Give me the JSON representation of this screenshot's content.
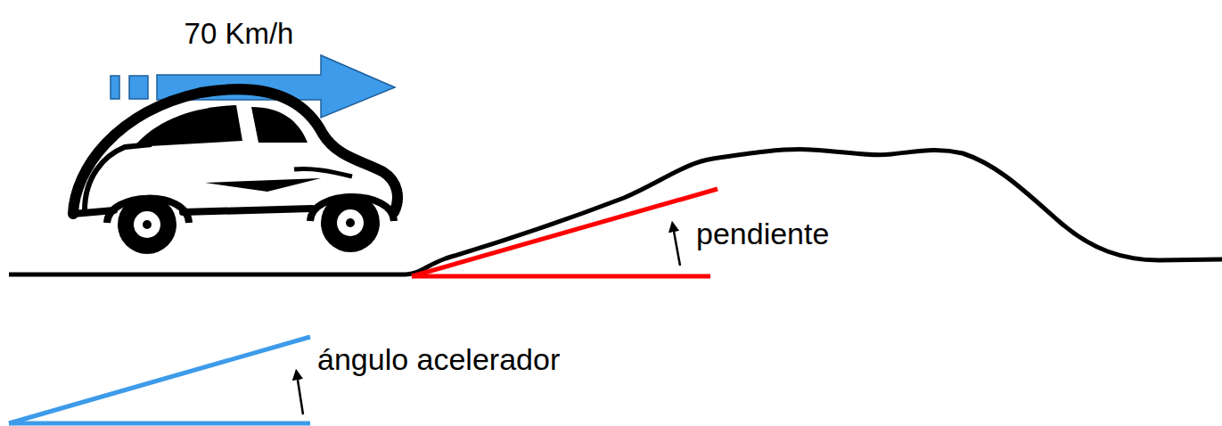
{
  "diagram": {
    "labels": [
      "70 Km/h",
      "pendiente",
      "ángulo acelerador"
    ]
  }
}
